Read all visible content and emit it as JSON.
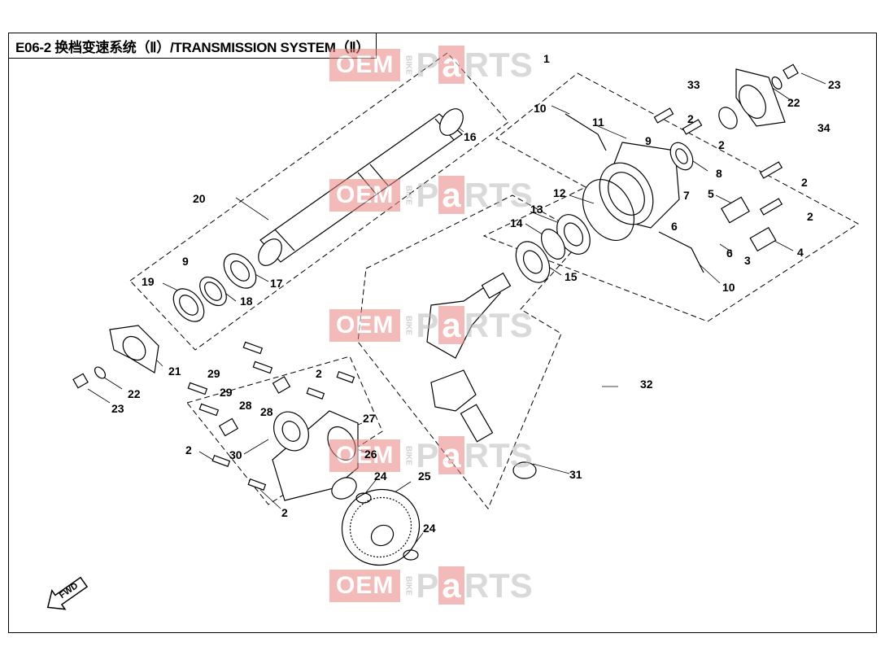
{
  "title": "E06-2 换档变速系统（Ⅱ）/TRANSMISSION SYSTEM（Ⅱ）",
  "watermark": {
    "oem": "OEM",
    "bike": "BIKE",
    "p": "P",
    "a": "a",
    "rts": "RTS"
  },
  "fwd_label": "FWD",
  "callouts": [
    "1",
    "2",
    "3",
    "4",
    "5",
    "6",
    "7",
    "8",
    "9",
    "10",
    "11",
    "12",
    "13",
    "14",
    "15",
    "16",
    "17",
    "18",
    "19",
    "20",
    "21",
    "22",
    "23",
    "24",
    "25",
    "26",
    "27",
    "28",
    "29",
    "30",
    "31",
    "32",
    "33",
    "34"
  ],
  "labels": {
    "l1": "1",
    "l2a": "2",
    "l2b": "2",
    "l2c": "2",
    "l2d": "2",
    "l2e": "2",
    "l2f": "2",
    "l2g": "2",
    "l3": "3",
    "l4": "4",
    "l5": "5",
    "l6a": "6",
    "l6b": "6",
    "l7": "7",
    "l8": "8",
    "l9a": "9",
    "l9b": "9",
    "l10a": "10",
    "l10b": "10",
    "l11": "11",
    "l12": "12",
    "l13": "13",
    "l14": "14",
    "l15": "15",
    "l16": "16",
    "l17": "17",
    "l18": "18",
    "l19": "19",
    "l20": "20",
    "l21": "21",
    "l22a": "22",
    "l22b": "22",
    "l23a": "23",
    "l23b": "23",
    "l24a": "24",
    "l24b": "24",
    "l25": "25",
    "l26": "26",
    "l27": "27",
    "l28a": "28",
    "l28b": "28",
    "l29a": "29",
    "l29b": "29",
    "l30": "30",
    "l31": "31",
    "l32": "32",
    "l33": "33",
    "l34": "34"
  }
}
